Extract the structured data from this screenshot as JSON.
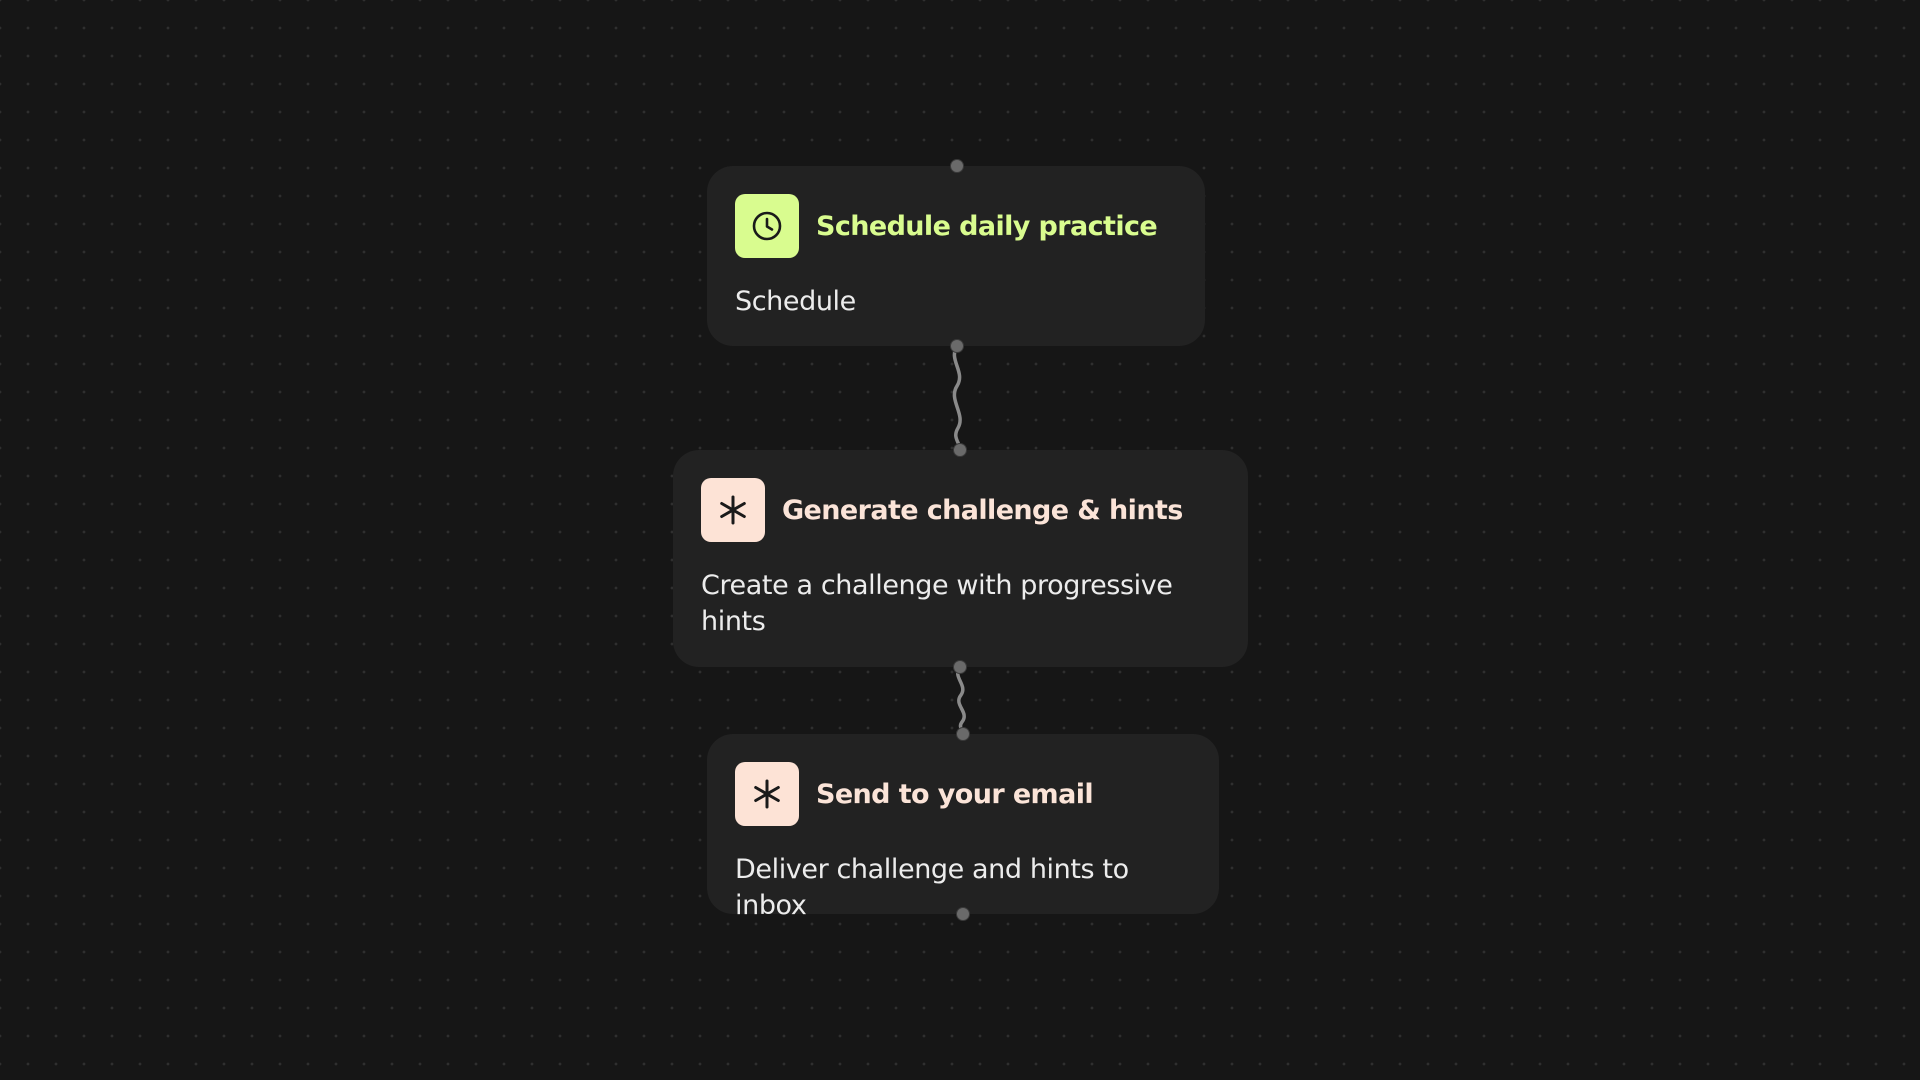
{
  "colors": {
    "background": "#161616",
    "node_bg": "#222222",
    "schedule_accent": "#d9fc8f",
    "action_accent": "#fde3d6",
    "action_title": "#fbe4d8",
    "connector": "#8a8a8a"
  },
  "nodes": [
    {
      "icon": "clock-icon",
      "title": "Schedule daily practice",
      "description": "Schedule"
    },
    {
      "icon": "asterisk-icon",
      "title": "Generate challenge & hints",
      "description": "Create a challenge with progressive hints"
    },
    {
      "icon": "asterisk-icon",
      "title": "Send to your email",
      "description": "Deliver challenge and hints to inbox"
    }
  ]
}
